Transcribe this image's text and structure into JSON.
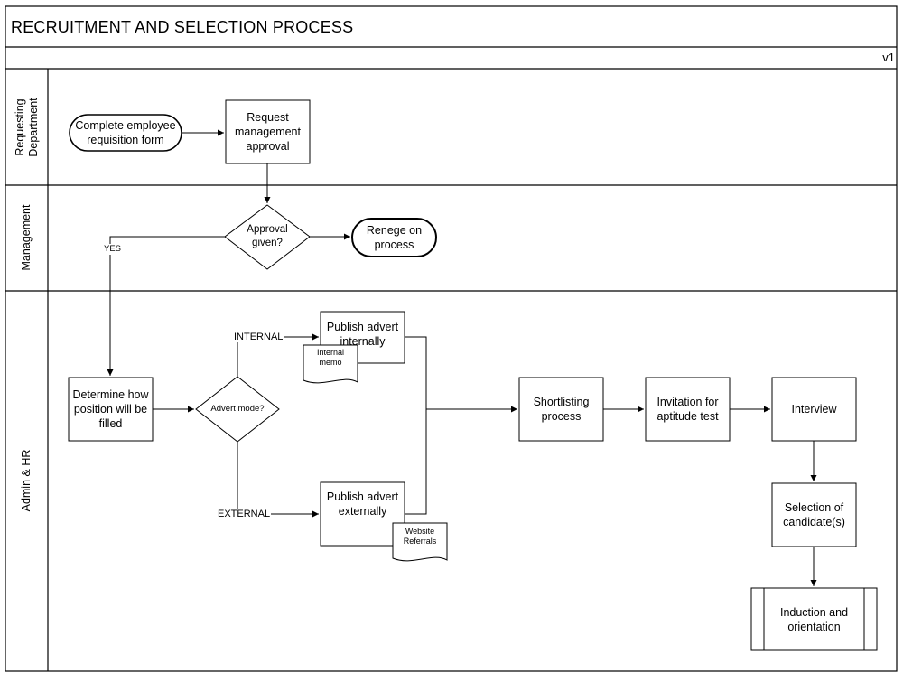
{
  "title": "RECRUITMENT AND SELECTION PROCESS",
  "version": "v1",
  "lanes": {
    "requesting": "Requesting Department",
    "management": "Management",
    "admin_hr": "Admin & HR"
  },
  "nodes": {
    "complete_form": "Complete employee requisition form",
    "request_approval": "Request management approval",
    "approval_given": "Approval given?",
    "renege": "Renege on process",
    "determine": "Determine how position will be filled",
    "advert_mode": "Advert mode?",
    "publish_internal": "Publish advert internally",
    "internal_memo": "Internal memo",
    "publish_external": "Publish advert externally",
    "website_referrals": "Website Referrals",
    "shortlisting": "Shortlisting process",
    "invitation": "Invitation for aptitude test",
    "interview": "Interview",
    "selection": "Selection of candidate(s)",
    "induction": "Induction and orientation"
  },
  "branch_labels": {
    "yes": "YES",
    "internal": "INTERNAL",
    "external": "EXTERNAL"
  }
}
